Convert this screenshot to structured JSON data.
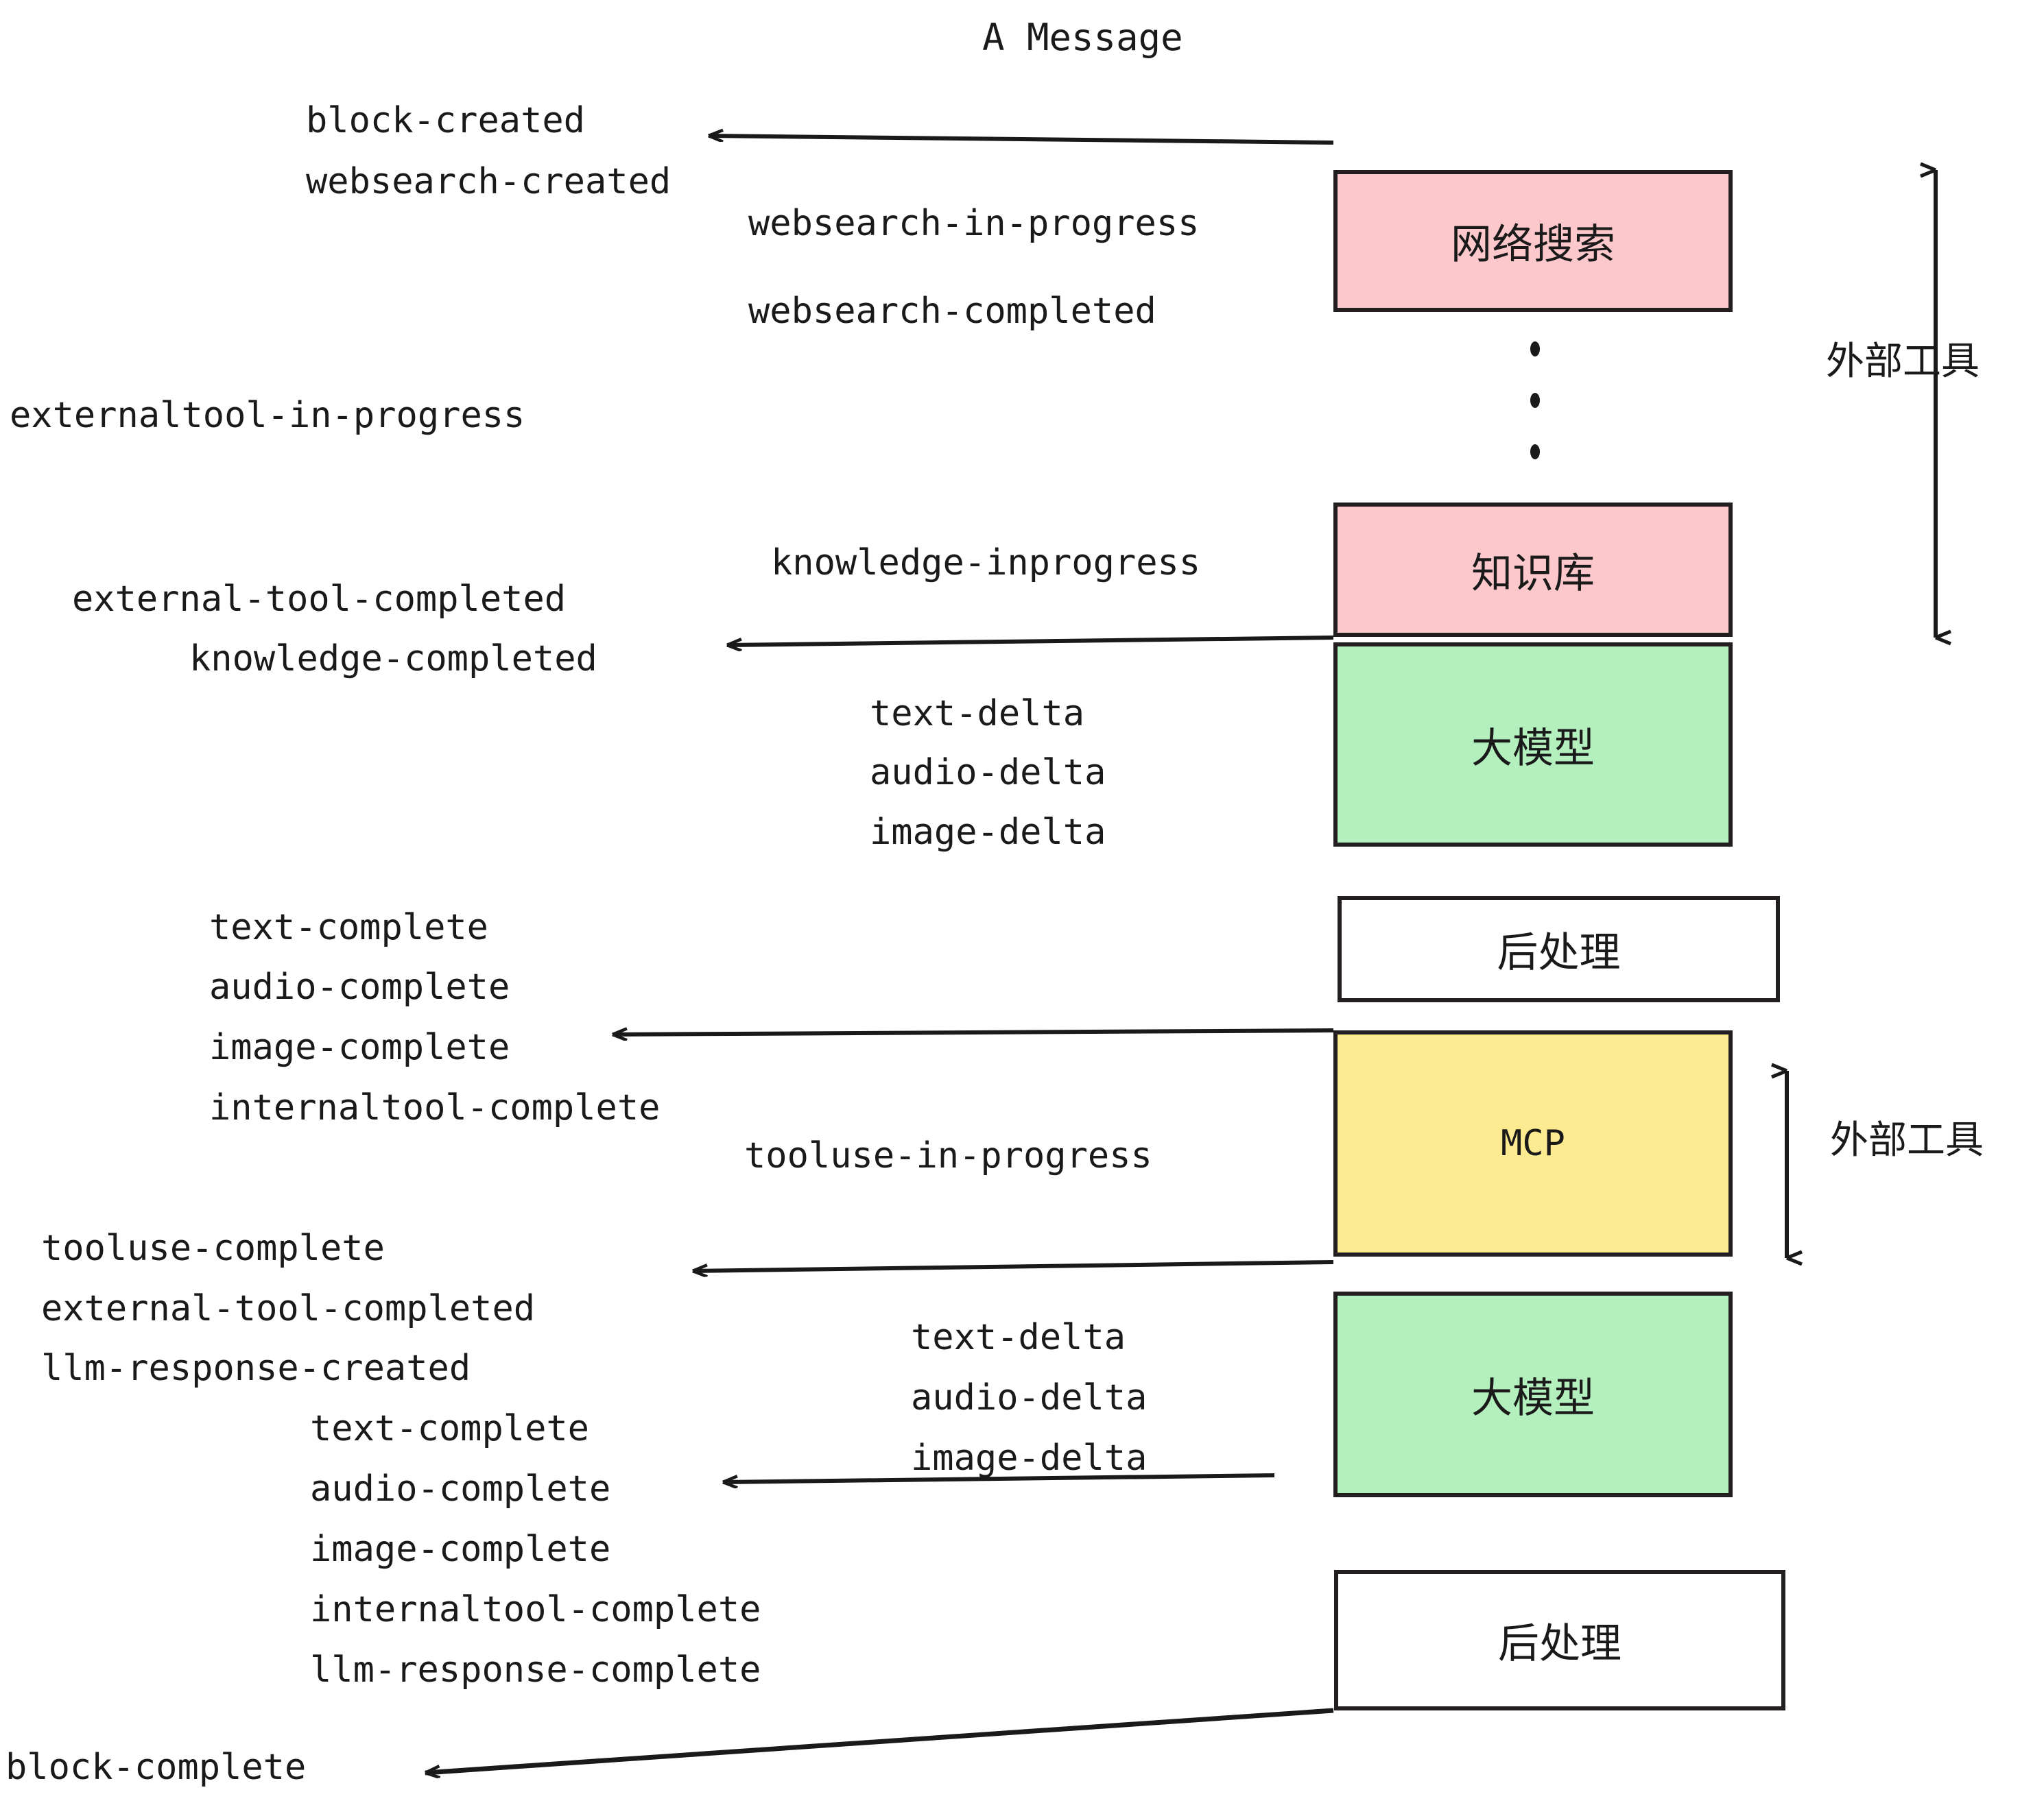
{
  "title": "A Message",
  "boxes": [
    {
      "id": "websearch",
      "label": "网络搜索",
      "color": "#FCC8CC"
    },
    {
      "id": "knowledge",
      "label": "知识库",
      "color": "#FCC8CC"
    },
    {
      "id": "llm-top",
      "label": "大模型",
      "color": "#B4F0BE"
    },
    {
      "id": "postprocess-top",
      "label": "后处理",
      "color": "#FFFFFF"
    },
    {
      "id": "mcp",
      "label": "MCP",
      "color": "#FDEB91"
    },
    {
      "id": "llm-bottom",
      "label": "大模型",
      "color": "#B4F0BE"
    },
    {
      "id": "postprocess-bottom",
      "label": "后处理",
      "color": "#FFFFFF"
    }
  ],
  "region_labels": {
    "external_tool_top": "外部工具",
    "external_tool_bottom": "外部工具"
  },
  "events": {
    "block_created": "block-created",
    "websearch_created": "websearch-created",
    "websearch_in_progress": "websearch-in-progress",
    "websearch_completed": "websearch-completed",
    "externaltool_in_progress": "externaltool-in-progress",
    "knowledge_inprogress": "knowledge-inprogress",
    "external_tool_completed_1": "external-tool-completed",
    "knowledge_completed": "knowledge-completed",
    "text_delta_1": "text-delta",
    "audio_delta_1": "audio-delta",
    "image_delta_1": "image-delta",
    "text_complete_1": "text-complete",
    "audio_complete_1": "audio-complete",
    "image_complete_1": "image-complete",
    "internaltool_complete_1": "internaltool-complete",
    "tooluse_in_progress": "tooluse-in-progress",
    "tooluse_complete": "tooluse-complete",
    "external_tool_completed_2": "external-tool-completed",
    "llm_response_created": "llm-response-created",
    "text_delta_2": "text-delta",
    "audio_delta_2": "audio-delta",
    "image_delta_2": "image-delta",
    "text_complete_2": "text-complete",
    "audio_complete_2": "audio-complete",
    "image_complete_2": "image-complete",
    "internaltool_complete_2": "internaltool-complete",
    "llm_response_complete": "llm-response-complete",
    "block_complete": "block-complete"
  },
  "colors": {
    "pink": "#FCC8CC",
    "green": "#B4F0BE",
    "yellow": "#FDEB91",
    "white": "#FFFFFF",
    "stroke": "#231f20",
    "text": "#1a1a1a"
  }
}
